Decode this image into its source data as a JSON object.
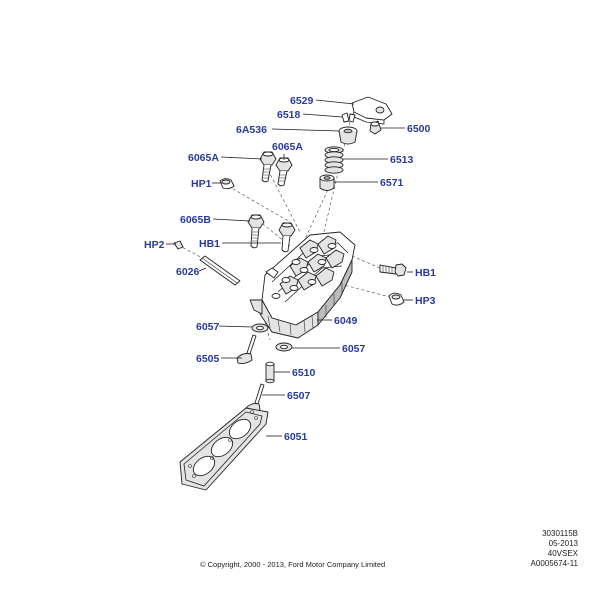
{
  "diagram": {
    "callouts": {
      "c_6529": "6529",
      "c_6518": "6518",
      "c_6a536": "6A536",
      "c_6500": "6500",
      "c_6065a_1": "6065A",
      "c_6065a_2": "6065A",
      "c_6513": "6513",
      "c_hp1": "HP1",
      "c_6571": "6571",
      "c_6065b": "6065B",
      "c_hp2": "HP2",
      "c_hb1_left": "HB1",
      "c_6026": "6026",
      "c_hb1_right": "HB1",
      "c_hp3": "HP3",
      "c_6057_1": "6057",
      "c_6049": "6049",
      "c_6057_2": "6057",
      "c_6505": "6505",
      "c_6510": "6510",
      "c_6507": "6507",
      "c_6051": "6051"
    }
  },
  "reference": {
    "line1": "3030115B",
    "line2": "05-2013",
    "line3": "40VSEX",
    "line4": "A0005674-11"
  },
  "copyright": "© Copyright, 2000 - 2013, Ford Motor Company Limited",
  "colors": {
    "callout_text": "#2b3a9a",
    "linework": "#222222"
  }
}
